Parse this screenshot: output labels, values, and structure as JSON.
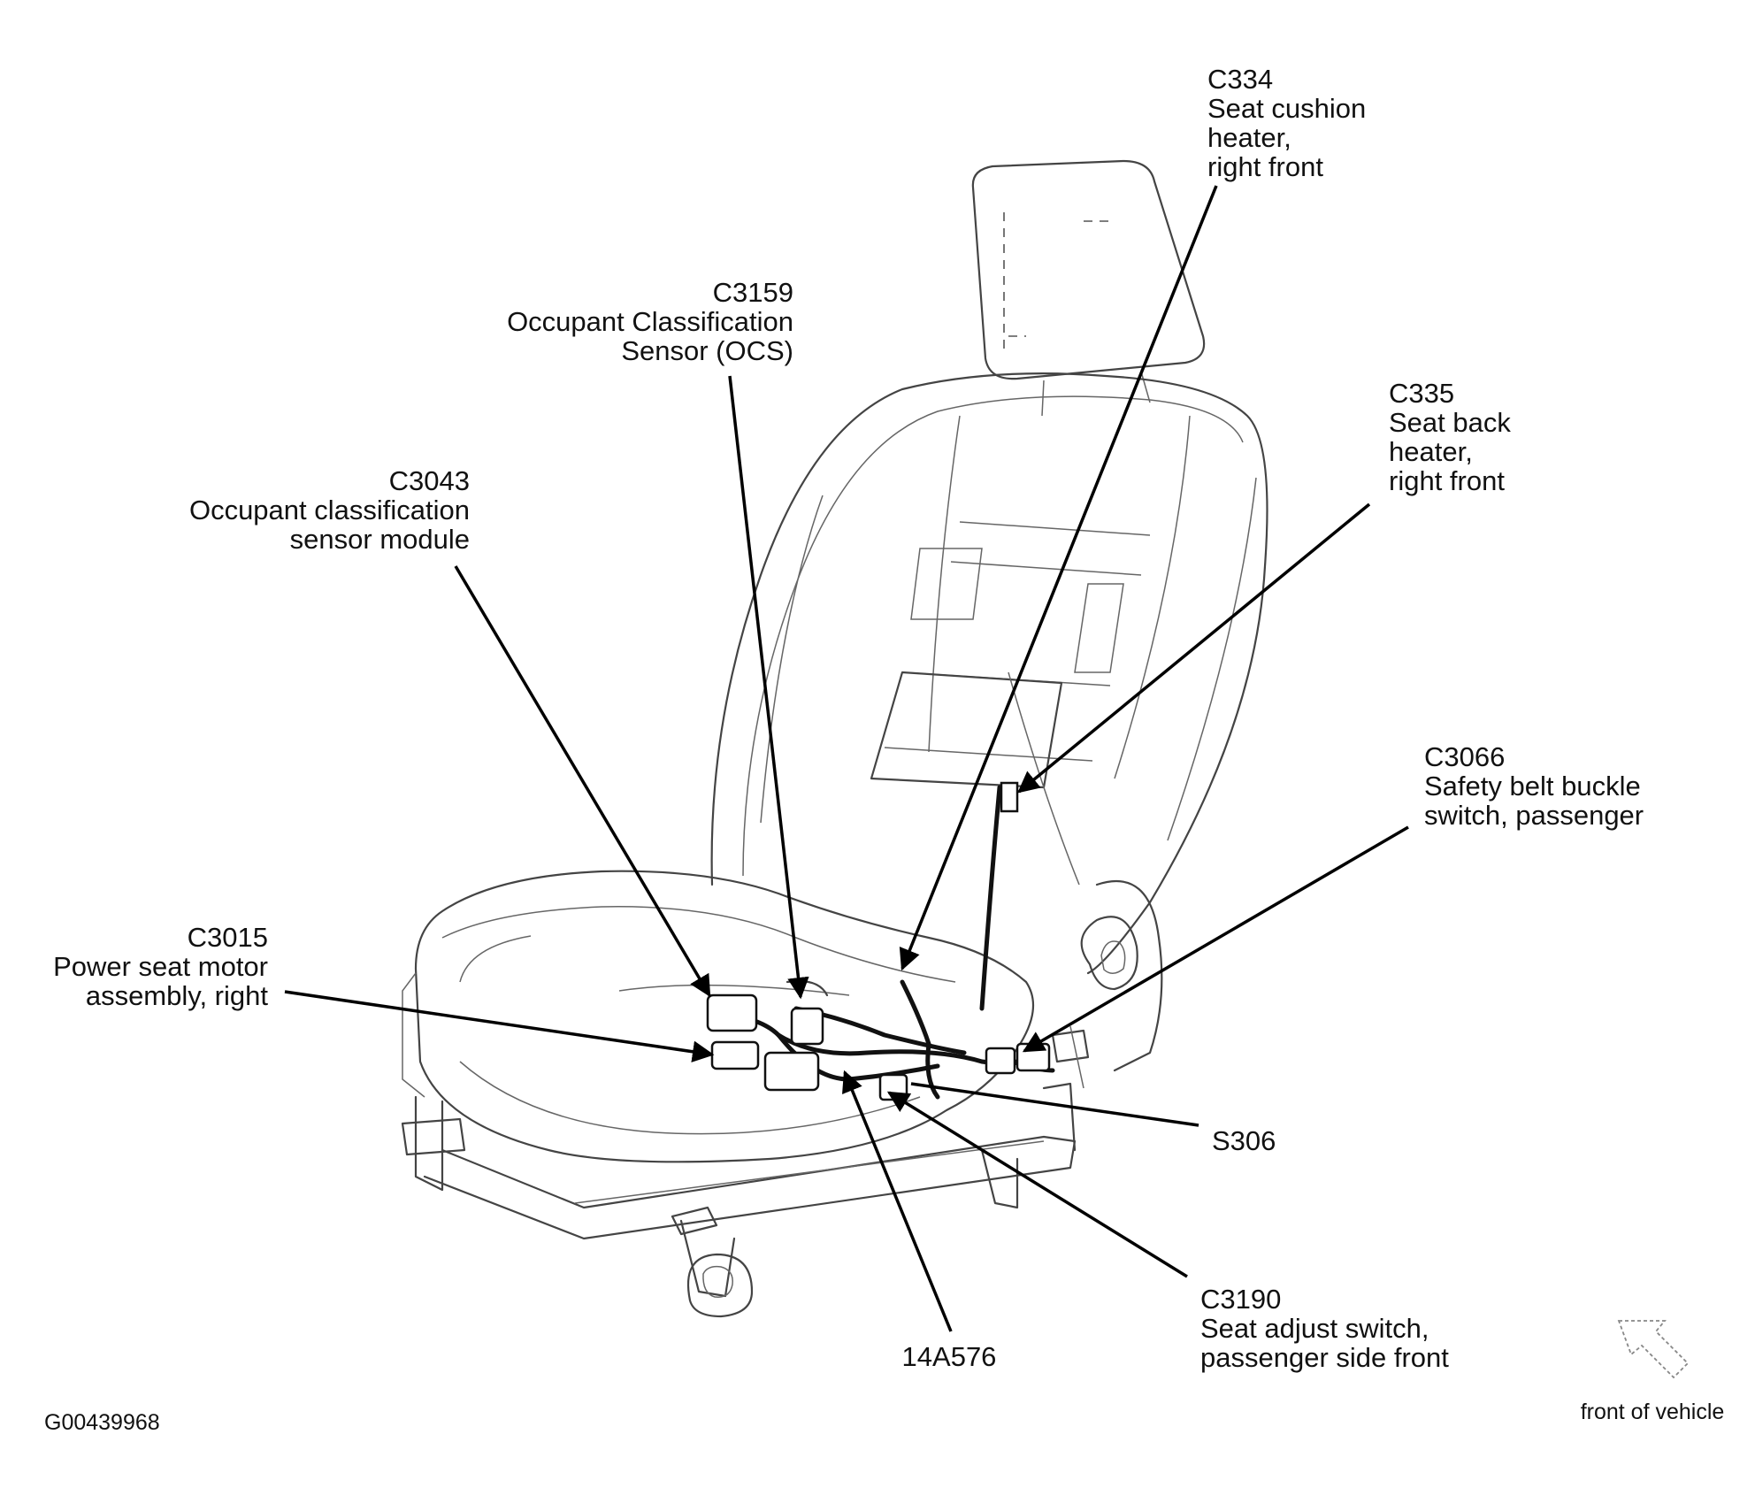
{
  "callouts": {
    "c334": {
      "id": "C334",
      "lines": [
        "Seat cushion",
        "heater,",
        "right front"
      ]
    },
    "c3159": {
      "id": "C3159",
      "lines": [
        "Occupant Classification",
        "Sensor (OCS)"
      ]
    },
    "c335": {
      "id": "C335",
      "lines": [
        "Seat back",
        "heater,",
        "right front"
      ]
    },
    "c3043": {
      "id": "C3043",
      "lines": [
        "Occupant classification",
        "sensor module"
      ]
    },
    "c3066": {
      "id": "C3066",
      "lines": [
        "Safety belt buckle",
        "switch, passenger"
      ]
    },
    "c3015": {
      "id": "C3015",
      "lines": [
        "Power seat motor",
        "assembly, right"
      ]
    },
    "s306": {
      "id": "S306"
    },
    "c3190": {
      "id": "C3190",
      "lines": [
        "Seat adjust switch,",
        "passenger side front"
      ]
    },
    "harness": {
      "id": "14A576"
    }
  },
  "figure_id": "G00439968",
  "orientation_label": "front of vehicle"
}
